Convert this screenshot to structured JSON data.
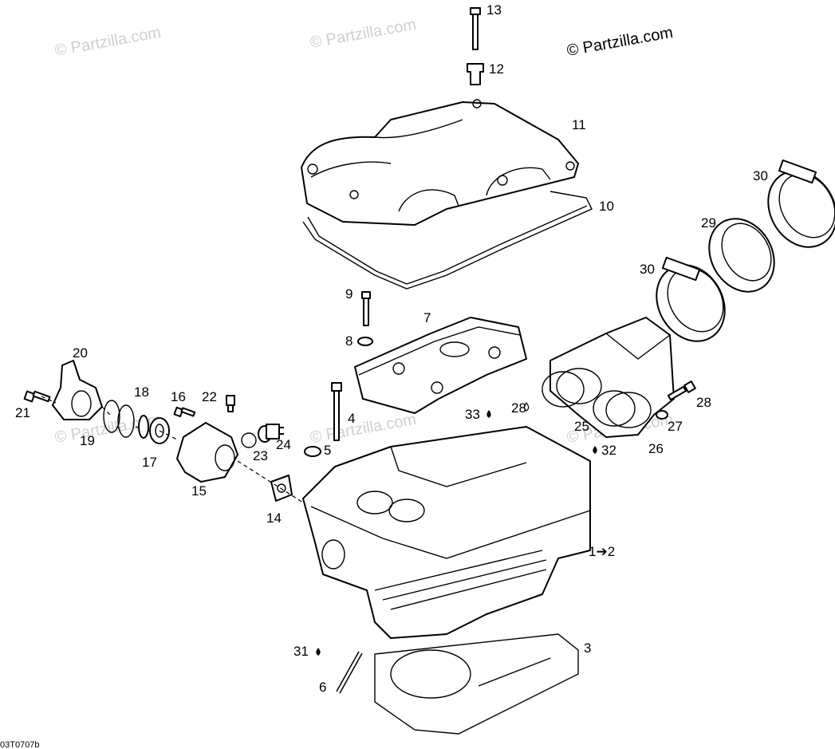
{
  "watermark": {
    "main": "© Partzilla.com",
    "faint": "© Partzilla.com"
  },
  "figure_id": "03T0707b",
  "callouts": {
    "c1": "1➔2",
    "c3": "3",
    "c5": "5",
    "c6": "6",
    "c7": "7",
    "c8": "8",
    "c9": "9",
    "c10": "10",
    "c11": "11",
    "c12": "12",
    "c13": "13",
    "c14": "14",
    "c15": "15",
    "c16": "16",
    "c17": "17",
    "c18": "18",
    "c19": "19",
    "c20": "20",
    "c21": "21",
    "c22": "22",
    "c23": "23",
    "c24": "24",
    "c25": "25",
    "c26": "26",
    "c27": "27",
    "c28": "28",
    "c29": "29",
    "c30a": "30",
    "c30b": "30",
    "c31": "31",
    "c32": "32",
    "c33": "33",
    "c4": "4"
  }
}
